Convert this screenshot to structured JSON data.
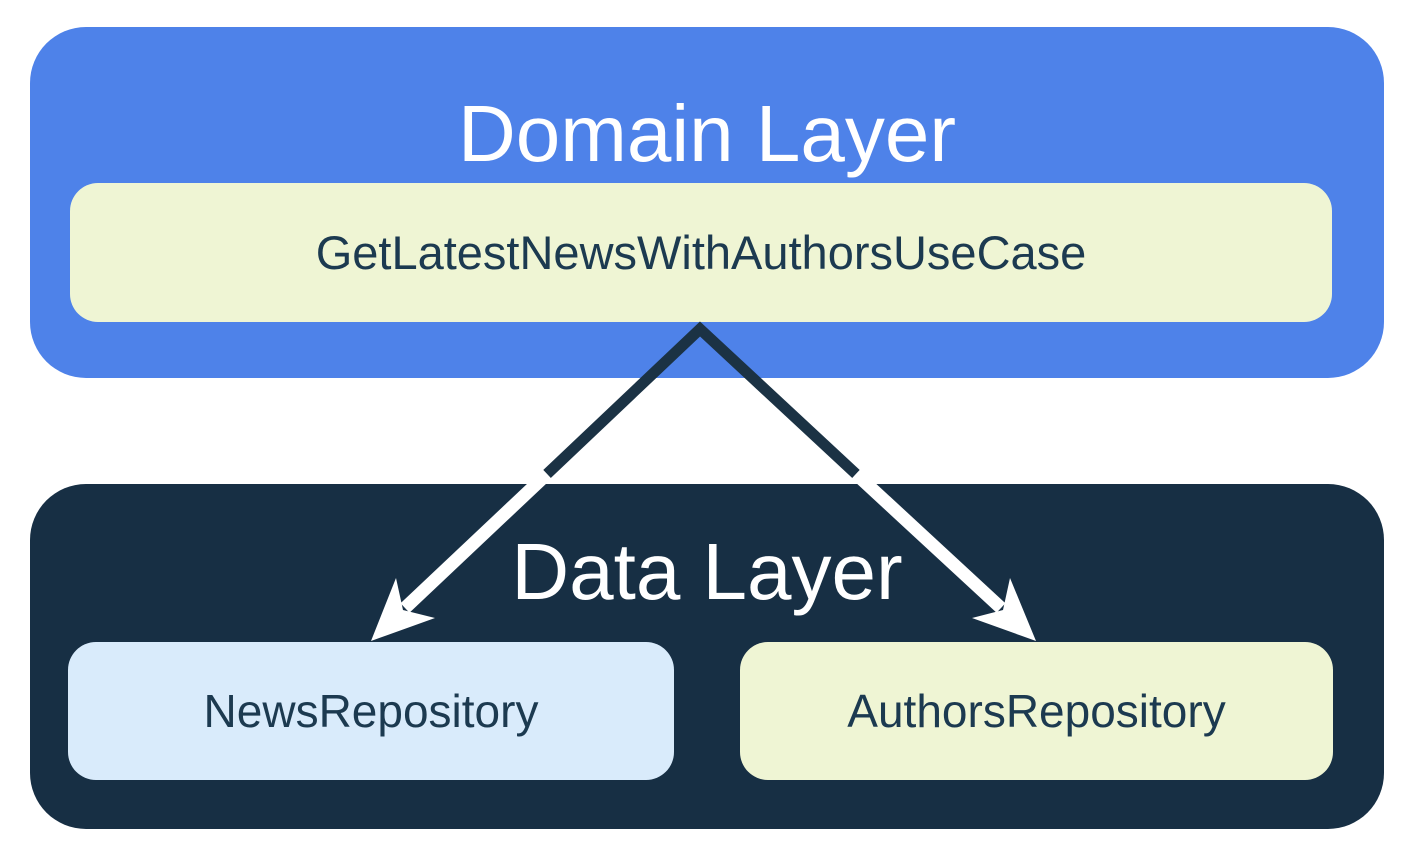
{
  "diagram": {
    "domain_layer": {
      "title": "Domain Layer",
      "usecase_label": "GetLatestNewsWithAuthorsUseCase"
    },
    "data_layer": {
      "title": "Data Layer",
      "news_repository_label": "NewsRepository",
      "authors_repository_label": "AuthorsRepository"
    },
    "relations": [
      {
        "from": "GetLatestNewsWithAuthorsUseCase",
        "to": "NewsRepository",
        "type": "dependency-arrow"
      },
      {
        "from": "GetLatestNewsWithAuthorsUseCase",
        "to": "AuthorsRepository",
        "type": "dependency-arrow"
      }
    ],
    "colors": {
      "domain_layer_bg": "#4e82e9",
      "usecase_bg": "#eff5d4",
      "data_layer_bg": "#172f44",
      "news_repository_bg": "#d9ebfb",
      "authors_repository_bg": "#eff5d4",
      "arrow_dark_segment": "#1b3244",
      "arrow_light_segment": "#ffffff",
      "title_text": "#ffffff",
      "box_label_text": "#1c3a50",
      "page_bg": "#ffffff"
    }
  }
}
